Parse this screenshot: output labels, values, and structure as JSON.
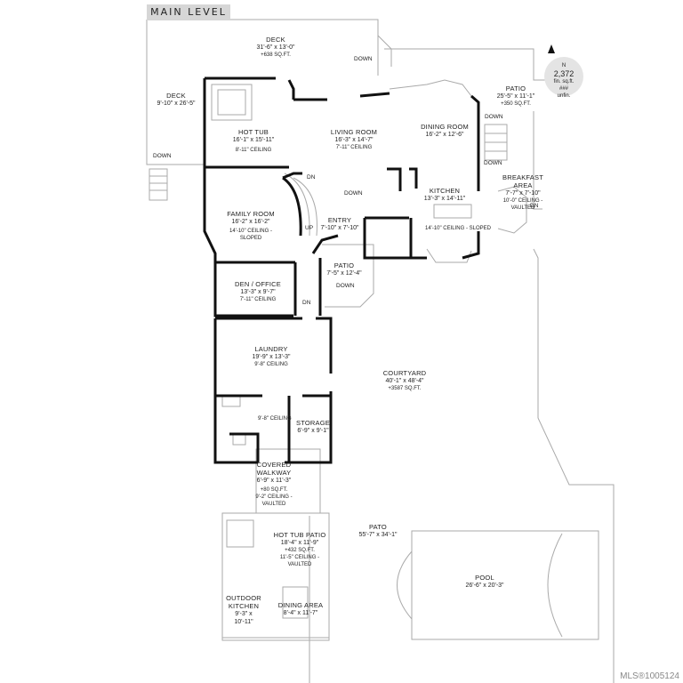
{
  "title": "MAIN LEVEL",
  "rooms": {
    "deck_top": {
      "name": "DECK",
      "dims": "31'-6\" x 13'-0\"",
      "extra": "+638 SQ.FT."
    },
    "deck_left": {
      "name": "DECK",
      "dims": "9'-10\" x 26'-5\""
    },
    "patio_ne": {
      "name": "PATIO",
      "dims": "25'-5\" x 11'-1\"",
      "extra": "+350 SQ.FT."
    },
    "hot_tub": {
      "name": "HOT TUB",
      "dims": "16'-1\" x 15'-11\"",
      "extra": "8'-11\" CEILING"
    },
    "living": {
      "name": "LIVING ROOM",
      "dims": "16'-3\" x 14'-7\"",
      "extra": "7'-11\" CEILING"
    },
    "dining": {
      "name": "DINING ROOM",
      "dims": "16'-2\" x 12'-6\""
    },
    "kitchen": {
      "name": "KITCHEN",
      "dims": "13'-3\" x 14'-11\"",
      "extra": "14'-10\" CEILING - SLOPED"
    },
    "breakfast": {
      "name": "BREAKFAST",
      "name2": "AREA",
      "dims": "7'-7\" x 7'-10\"",
      "extra": "10'-0\" CEILING -",
      "extra2": "VAULTED"
    },
    "family": {
      "name": "FAMILY ROOM",
      "dims": "16'-2\" x 16'-2\"",
      "extra": "14'-10\" CEILING -",
      "extra2": "SLOPED"
    },
    "entry": {
      "name": "ENTRY",
      "dims": "7'-10\" x 7'-10\""
    },
    "patio_entry": {
      "name": "PATIO",
      "dims": "7'-5\" x 12'-4\""
    },
    "den": {
      "name": "DEN / OFFICE",
      "dims": "13'-3\" x 9'-7\"",
      "extra": "7'-11\" CEILING"
    },
    "laundry": {
      "name": "LAUNDRY",
      "dims": "19'-9\" x 13'-3\"",
      "extra": "9'-8\" CEILING"
    },
    "storage": {
      "name": "STORAGE",
      "dims": "6'-9\" x 9'-1\""
    },
    "courtyard": {
      "name": "COURTYARD",
      "dims": "40'-1\" x 48'-4\"",
      "extra": "+3587 SQ.FT."
    },
    "walkway": {
      "name": "COVERED",
      "name2": "WALKWAY",
      "dims": "6'-9\" x 11'-3\"",
      "extra": "+80 SQ.FT.",
      "extra2": "9'-2\" CEILING -",
      "extra3": "VAULTED"
    },
    "hot_tub_patio": {
      "name": "HOT TUB  PATIO",
      "dims": "18'-4\" x 11'-9\"",
      "extra": "+432 SQ.FT.",
      "extra2": "11'-5\" CEILING -",
      "extra3": "VAULTED"
    },
    "pato": {
      "name": "PATO",
      "dims": "55'-7\" x 34'-1\""
    },
    "pool": {
      "name": "POOL",
      "dims": "26'-6\" x 20'-3\""
    },
    "outdoor_kitchen": {
      "name": "OUTDOOR",
      "name2": "KITCHEN",
      "dims": "9'-3\" x",
      "dims2": "10'-11\""
    },
    "dining_area": {
      "name": "DINING AREA",
      "dims": "8'-4\" x 11'-7\""
    }
  },
  "labels": {
    "down": "DOWN",
    "dn": "DN",
    "up": "UP",
    "ceiling_98": "9'-8\" CEILING"
  },
  "north": {
    "letter": "N",
    "area": "2,372",
    "area_unit": "fin. sq.ft.",
    "unfin": "###",
    "unfin_unit": "unfin."
  },
  "watermark": "MLS®1005124"
}
